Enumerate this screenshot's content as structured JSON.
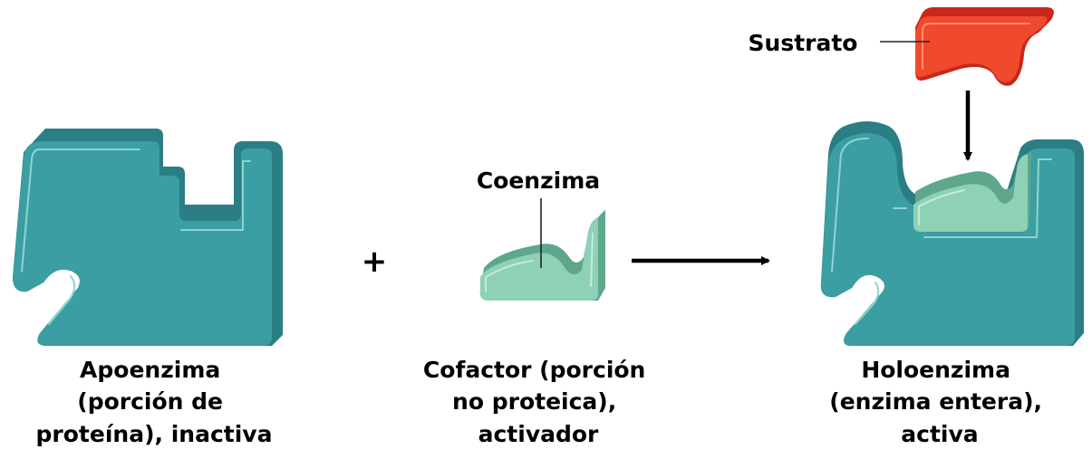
{
  "diagram": {
    "colors": {
      "enzyme_face": "#3a9ea3",
      "enzyme_side": "#2a7e84",
      "enzyme_highlight": "#8fd3d2",
      "coenzyme_face": "#8fd1b5",
      "coenzyme_side": "#5ea78c",
      "coenzyme_highlight": "#c3ecd8",
      "substrate_face": "#f04a2e",
      "substrate_side": "#c9271a",
      "substrate_highlight": "#ff8a6a",
      "arrow": "#000000",
      "text": "#000000"
    },
    "operator_plus": "+",
    "apoenzyme": {
      "icon": "apoenzyme-block",
      "caption": [
        "Apoenzima",
        "(porción de",
        "proteína), inactiva"
      ]
    },
    "cofactor": {
      "icon": "coenzyme-piece",
      "pointer_label": "Coenzima",
      "caption": [
        "Cofactor (porción",
        "no proteica),",
        "activador"
      ]
    },
    "holoenzyme": {
      "icon": "holoenzyme-block",
      "caption": [
        "Holoenzima",
        "(enzima entera),",
        "activa"
      ]
    },
    "substrate": {
      "icon": "substrate-piece",
      "pointer_label": "Sustrato"
    },
    "arrows": [
      {
        "name": "reaction-arrow",
        "direction": "right"
      },
      {
        "name": "substrate-binding-arrow",
        "direction": "down"
      }
    ]
  }
}
